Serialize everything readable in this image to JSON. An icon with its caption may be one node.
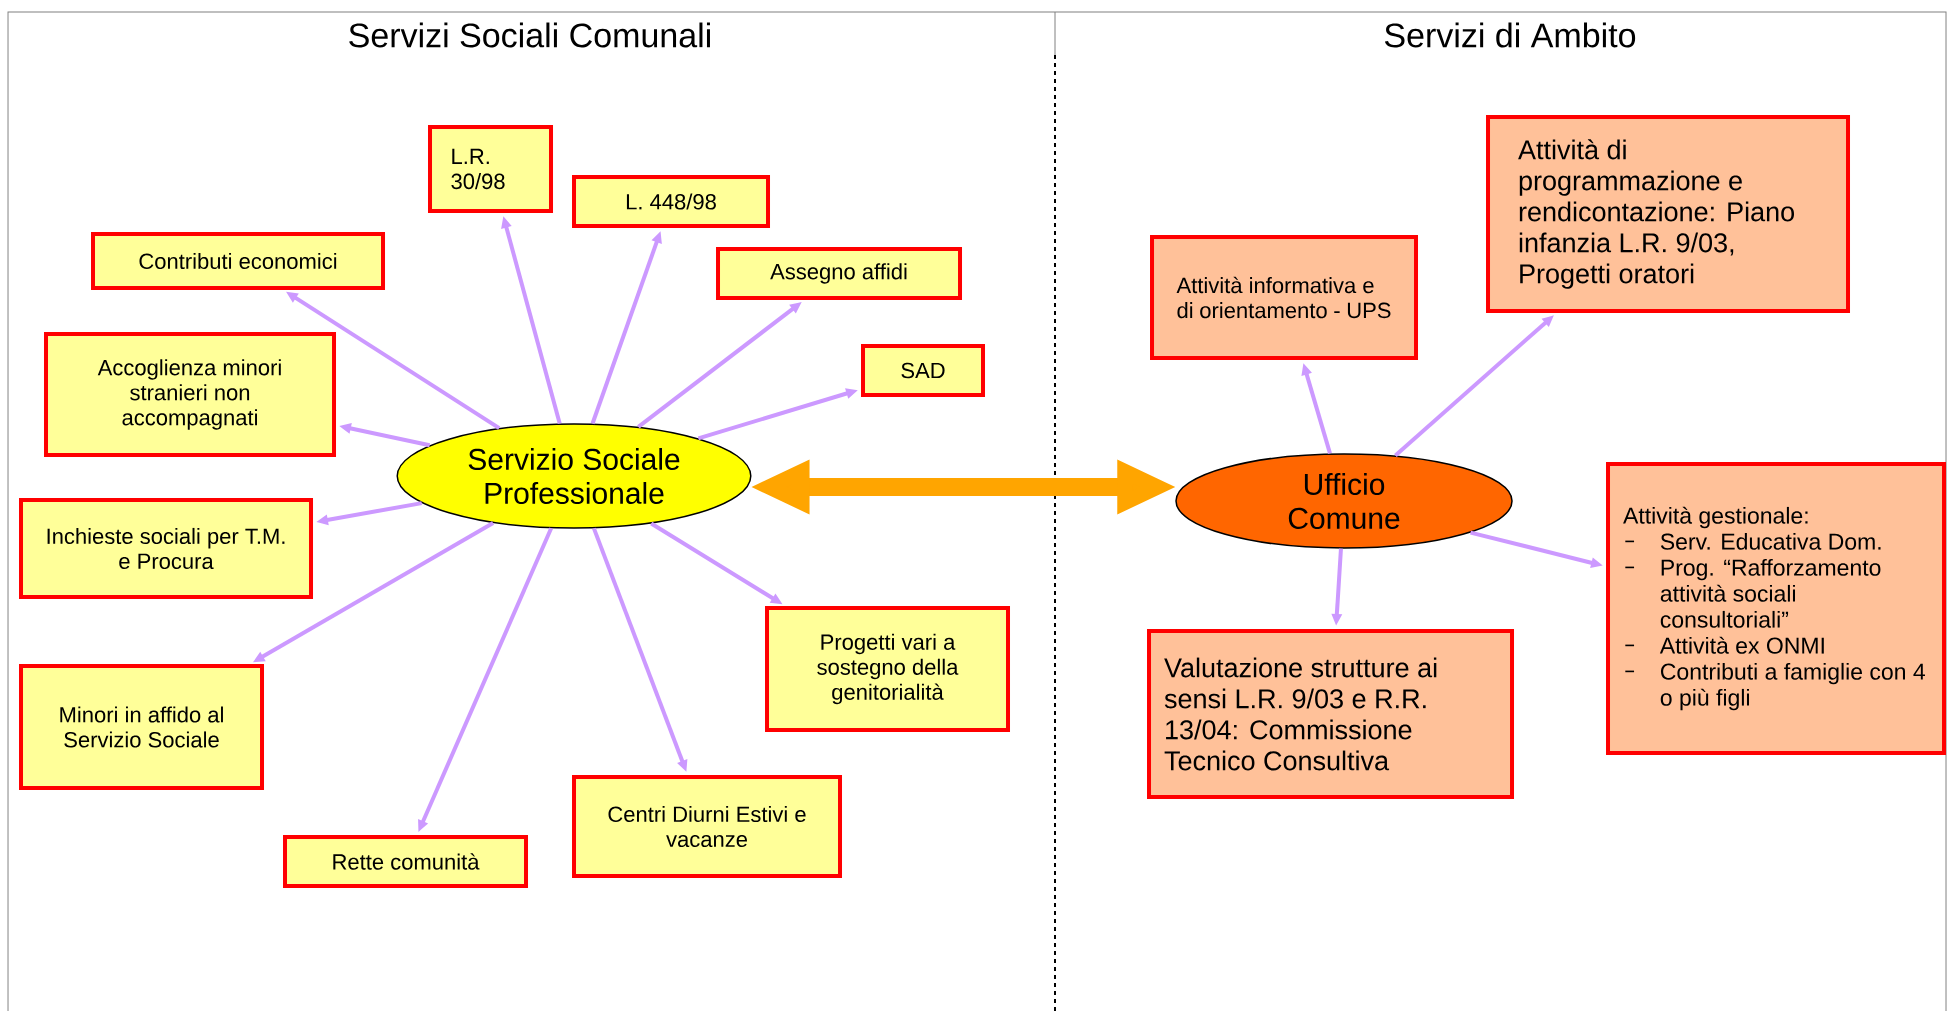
{
  "diagram": {
    "nodes": [
      {
        "text": [
          "Servizio Sociale Professionale"
        ]
      },
      {
        "text": [
          "Contributi economici"
        ]
      },
      {
        "text": [
          "L.R. 30/98"
        ]
      },
      {
        "text": [
          "L. 448/98"
        ]
      },
      {
        "text": [
          "Assegno affidi"
        ]
      },
      {
        "text": [
          "SAD"
        ]
      },
      {
        "text": [
          "Accoglienza minori stranieri non accompagnati"
        ]
      },
      {
        "text": [
          "Inchieste sociali per T.M. e Procura"
        ]
      },
      {
        "text": [
          "Minori in affido al Servizio Sociale"
        ]
      },
      {
        "text": [
          "Rette comunità"
        ]
      },
      {
        "text": [
          "Centri Diurni Estivi e vacanze"
        ]
      },
      {
        "text": [
          "Progetti vari a sostegno della genitorialità"
        ]
      },
      {
        "text": [
          "Ufficio Comune"
        ]
      },
      {
        "text": [
          "Attività informativa e di orientamento - UPS"
        ]
      },
      {
        "text": [
          "Attività di programmazione e rendicontazione: Piano infanzia L.R. 9/03, Progetti oratori"
        ]
      },
      {
        "text": [
          "Attività gestionale:",
          "Serv. Educativa Dom.",
          "Prog. “Rafforzamento attività sociali consultoriali”",
          "Attività ex ONMI",
          "Contributi a famiglie con 4 o più figli"
        ]
      },
      {
        "text": [
          "Valutazione strutture ai sensi L.R. 9/03 e R.R. 13/04: Commissione Tecnico Consultiva"
        ]
      }
    ],
    "edges": [
      {
        "from": 0,
        "to": 1,
        "arrow": "to"
      },
      {
        "from": 0,
        "to": 2,
        "arrow": "to"
      },
      {
        "from": 0,
        "to": 3,
        "arrow": "to"
      },
      {
        "from": 0,
        "to": 4,
        "arrow": "to"
      },
      {
        "from": 0,
        "to": 5,
        "arrow": "to"
      },
      {
        "from": 0,
        "to": 6,
        "arrow": "to"
      },
      {
        "from": 0,
        "to": 7,
        "arrow": "to"
      },
      {
        "from": 0,
        "to": 8,
        "arrow": "to"
      },
      {
        "from": 0,
        "to": 9,
        "arrow": "to"
      },
      {
        "from": 0,
        "to": 10,
        "arrow": "to"
      },
      {
        "from": 0,
        "to": 11,
        "arrow": "to"
      },
      {
        "from": 0,
        "to": 12,
        "arrow": "both",
        "style": "thick",
        "color": "#ffa500"
      },
      {
        "from": 12,
        "to": 13,
        "arrow": "to"
      },
      {
        "from": 12,
        "to": 14,
        "arrow": "to"
      },
      {
        "from": 12,
        "to": 15,
        "arrow": "to"
      },
      {
        "from": 12,
        "to": 16,
        "arrow": "to"
      }
    ],
    "labels": [
      "Servizi Sociali Comunali",
      "Servizi di Ambito"
    ]
  }
}
